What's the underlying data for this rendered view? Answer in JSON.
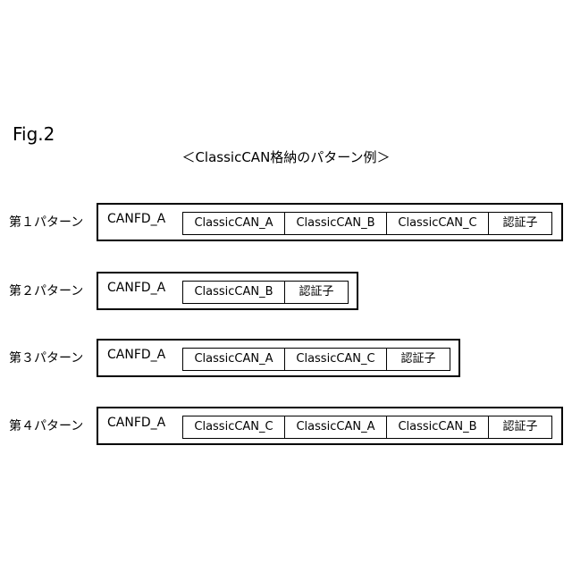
{
  "figure": {
    "label": "Fig.2",
    "title": "＜ClassicCAN格納のパターン例＞"
  },
  "patterns": [
    {
      "label": "第１パターン",
      "frame": "CANFD_A",
      "fields": [
        "ClassicCAN_A",
        "ClassicCAN_B",
        "ClassicCAN_C",
        "認証子"
      ]
    },
    {
      "label": "第２パターン",
      "frame": "CANFD_A",
      "fields": [
        "ClassicCAN_B",
        "認証子"
      ]
    },
    {
      "label": "第３パターン",
      "frame": "CANFD_A",
      "fields": [
        "ClassicCAN_A",
        "ClassicCAN_C",
        "認証子"
      ]
    },
    {
      "label": "第４パターン",
      "frame": "CANFD_A",
      "fields": [
        "ClassicCAN_C",
        "ClassicCAN_A",
        "ClassicCAN_B",
        "認証子"
      ]
    }
  ]
}
